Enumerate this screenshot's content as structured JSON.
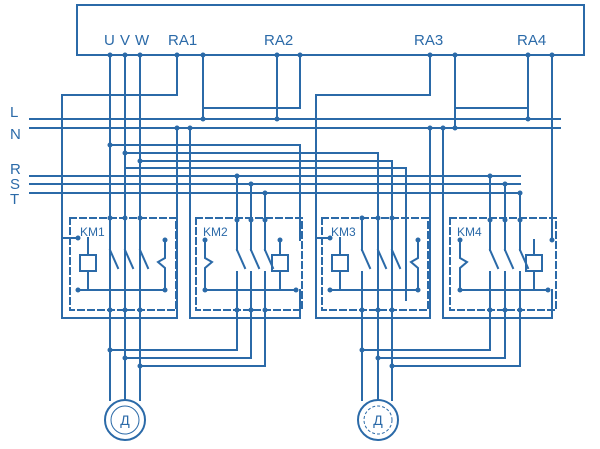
{
  "controller": {
    "terminals": [
      "U",
      "V",
      "W",
      "RA1",
      "RA2",
      "RA3",
      "RA4"
    ]
  },
  "buses": [
    "L",
    "N",
    "R",
    "S",
    "T"
  ],
  "contactors": [
    "KM1",
    "KM2",
    "KM3",
    "KM4"
  ],
  "motors": [
    "Д",
    "Д"
  ],
  "colors": {
    "line": "#2b6aa8",
    "dashed_box": "#2b6aa8",
    "background": "#ffffff"
  }
}
